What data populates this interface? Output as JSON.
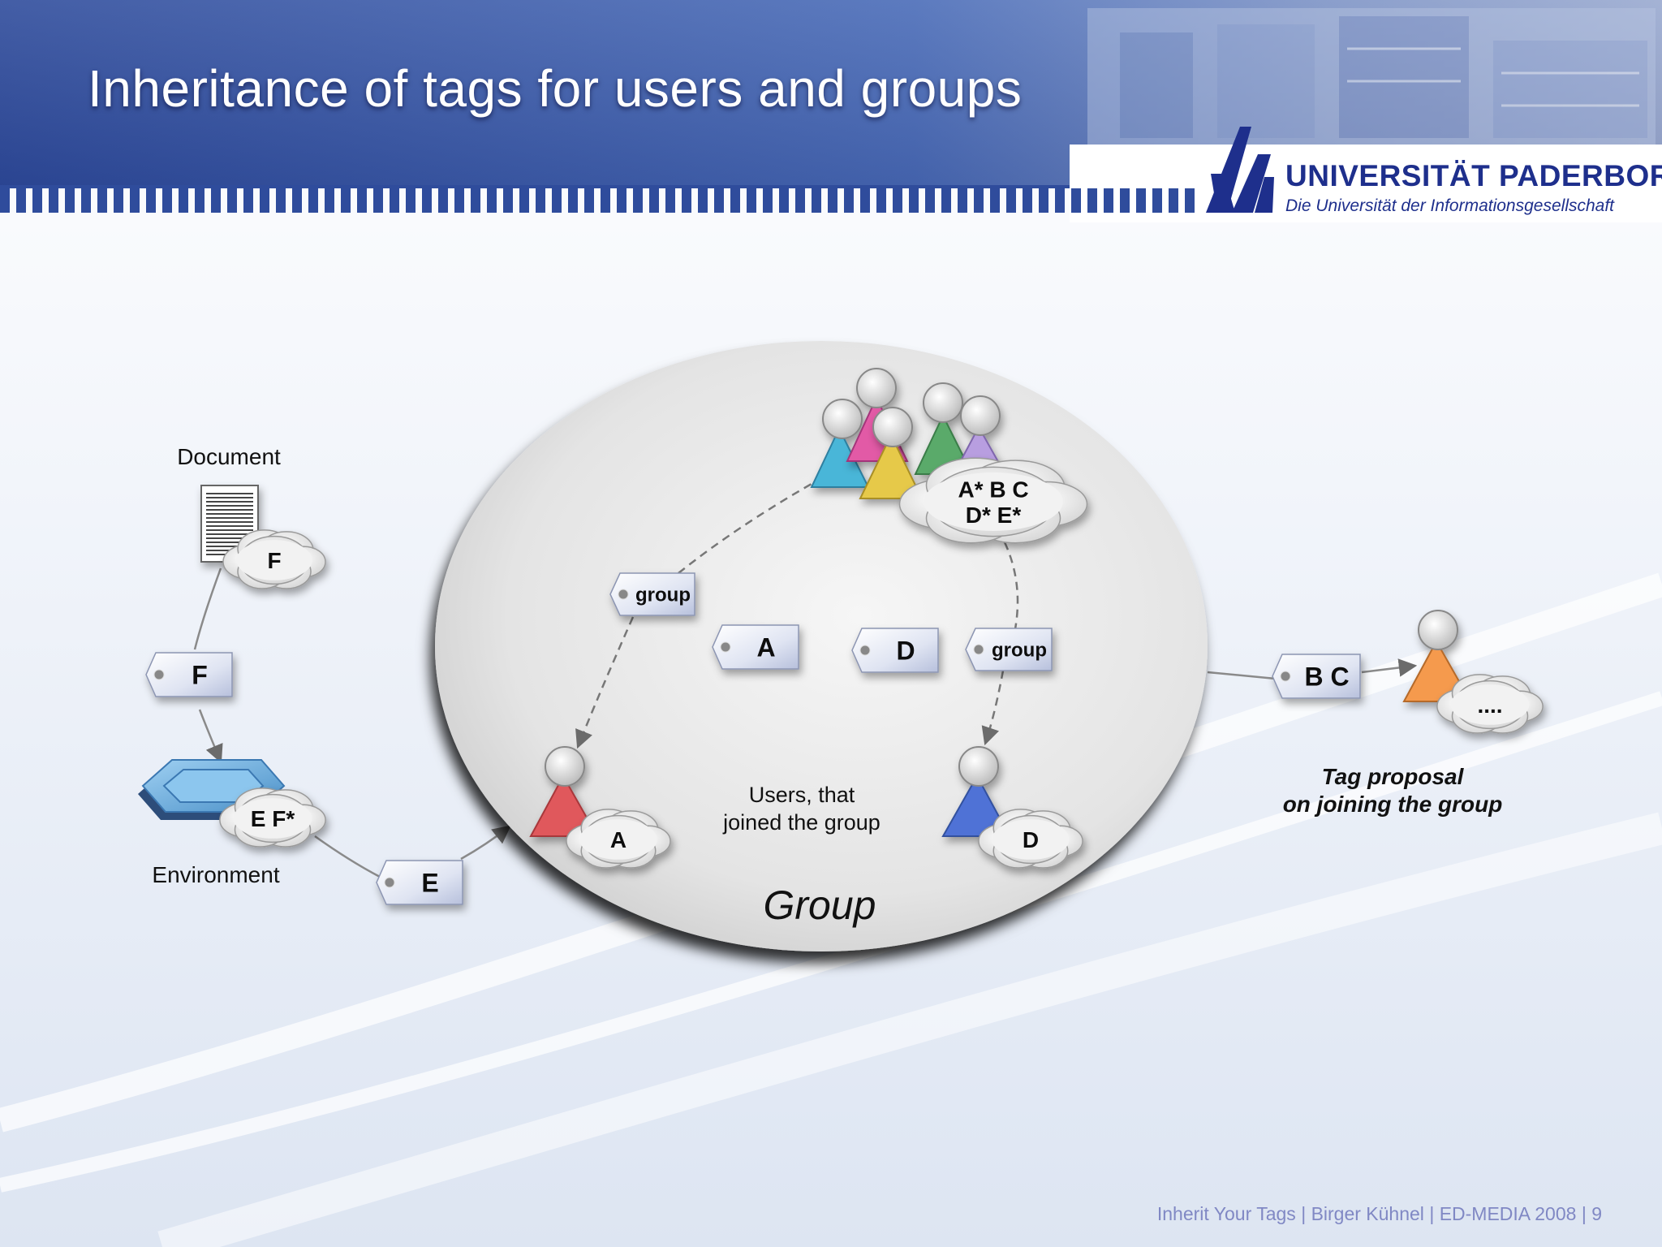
{
  "slide": {
    "title": "Inheritance of tags for users and groups",
    "logo": {
      "name": "UNIVERSITÄT PADERBORN",
      "subtitle": "Die Universität der Informationsgesellschaft"
    },
    "footer": {
      "talk": "Inherit Your Tags",
      "author": "Birger Kühnel",
      "venue": "ED-MEDIA 2008",
      "page": "9",
      "separator": "|"
    }
  },
  "diagram": {
    "document_label": "Document",
    "document_cloud": "F",
    "tag_f": "F",
    "environment_label": "Environment",
    "environment_cloud": "E F*",
    "tag_e": "E",
    "group_name": "Group",
    "group_cloud_line1": "A* B C",
    "group_cloud_line2": "D* E*",
    "tag_group_left": "group",
    "tag_group_right": "group",
    "tag_a": "A",
    "tag_d": "D",
    "user_a_cloud": "A",
    "user_d_cloud": "D",
    "users_caption_line1": "Users, that",
    "users_caption_line2": "joined the group",
    "tag_bc": "B C",
    "new_user_cloud": "....",
    "proposal_line1": "Tag proposal",
    "proposal_line2": "on joining the group"
  },
  "colors": {
    "header_blue": "#3b58a8",
    "logo_blue": "#1e2f8c",
    "footer_text": "#8088c4",
    "user_cyan": "#49b6d8",
    "user_pink": "#e25aa6",
    "user_green": "#5aaa6a",
    "user_lavender": "#b89ee0",
    "user_yellow": "#e6c94a",
    "user_red": "#e0585c",
    "user_blue": "#4f72d6",
    "user_orange": "#f59a4e"
  }
}
